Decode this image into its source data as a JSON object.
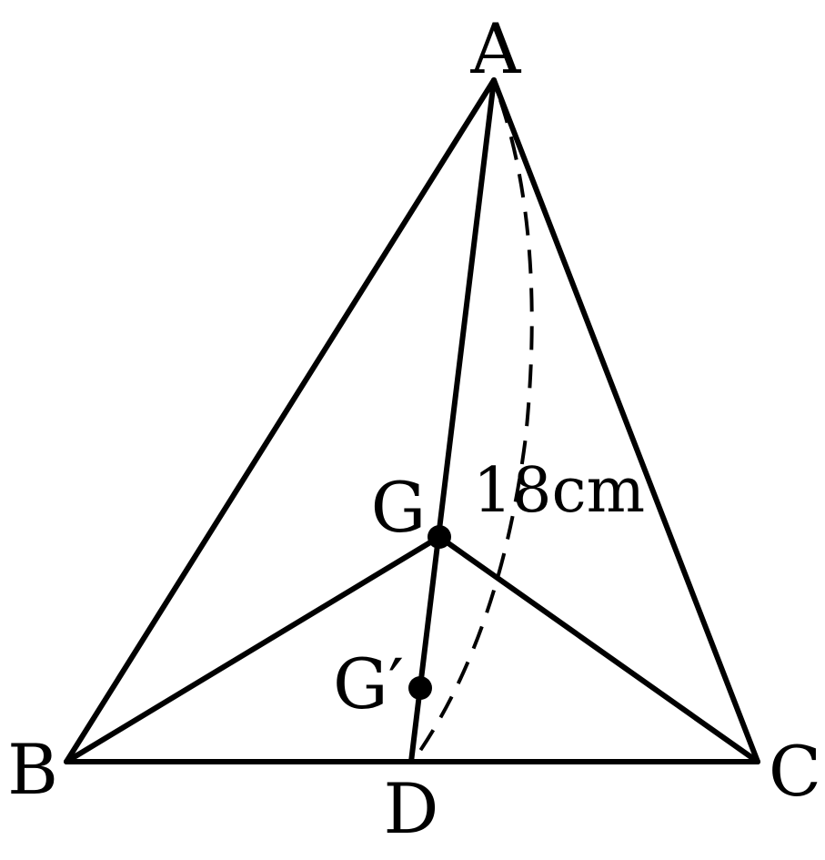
{
  "points": {
    "A": "A",
    "B": "B",
    "C": "C",
    "D": "D",
    "G": "G",
    "G_prime": "G′"
  },
  "measurement": "18cm"
}
